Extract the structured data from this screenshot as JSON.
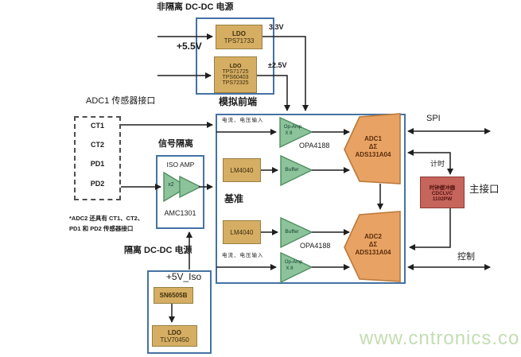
{
  "colors": {
    "box_border_blue": "#4472a4",
    "block_tan_fill": "#d5ae64",
    "block_tan_border": "#97803f",
    "triangle_green_fill": "#8cc39a",
    "triangle_green_border": "#4f8f62",
    "adc_orange_fill": "#e8a263",
    "adc_orange_border": "#ba7a39",
    "clock_red_fill": "#c5655c",
    "clock_red_border": "#8e3b34",
    "line_color": "#1f1f1f",
    "watermark_green": "#c3ddb2"
  },
  "top_power": {
    "title": "非隔离 DC-DC 电源",
    "input_label": "+5.5V",
    "ldo1": {
      "l1": "LDO",
      "l2": "TPS71733"
    },
    "ldo1_output": "3.3V",
    "ldo2": {
      "l1": "LDO",
      "l2": "TPS71725",
      "l3": "TPS60403",
      "l4": "TPS72325"
    },
    "ldo2_output": "±2.5V"
  },
  "sensors": {
    "title": "ADC1 传感器接口",
    "items": [
      "CT1",
      "CT2",
      "PD1",
      "PD2"
    ],
    "note1": "*ADC2 还具有 CT1、CT2、",
    "note2": "PD1 和 PD2 传感器接口"
  },
  "signal_isolation": {
    "title": "信号隔离",
    "amp_label": "ISO AMP",
    "gain_label": "x2",
    "part": "AMC1301"
  },
  "iso_power": {
    "title": "隔离 DC-DC 电源",
    "rail_label": "+5V_Iso",
    "transformer_driver": "SN6505B",
    "ldo": {
      "l1": "LDO",
      "l2": "TLV70450"
    }
  },
  "afe": {
    "title": "模拟前端",
    "reference_label": "基准",
    "input_top": "电流、电压输入",
    "input_bottom": "电流、电压输入",
    "opamp_top": {
      "l1": "Op-Amp",
      "l2": "X 8"
    },
    "opamp_top_part": "OPA4188",
    "buffer_top": "Buffer",
    "vref_top": "LM4040",
    "vref_bottom": "LM4040",
    "buffer_bottom": "Buffer",
    "opamp_bottom": {
      "l1": "Op-Amp",
      "l2": "X 8"
    },
    "opamp_bottom_part": "OPA4188",
    "adc1": {
      "l1": "ADC1",
      "l2": "ΔΣ",
      "l3": "ADS131A04"
    },
    "adc2": {
      "l1": "ADC2",
      "l2": "ΔΣ",
      "l3": "ADS131A04"
    }
  },
  "host_interface": {
    "spi_label": "SPI",
    "timing_label": "计时",
    "clock_buffer": {
      "l1": "时钟缓冲器",
      "l2": "CDCLVC",
      "l3": "1102PW"
    },
    "title": "主接口",
    "control_label": "控制"
  },
  "watermark": "www.cntronics.com"
}
